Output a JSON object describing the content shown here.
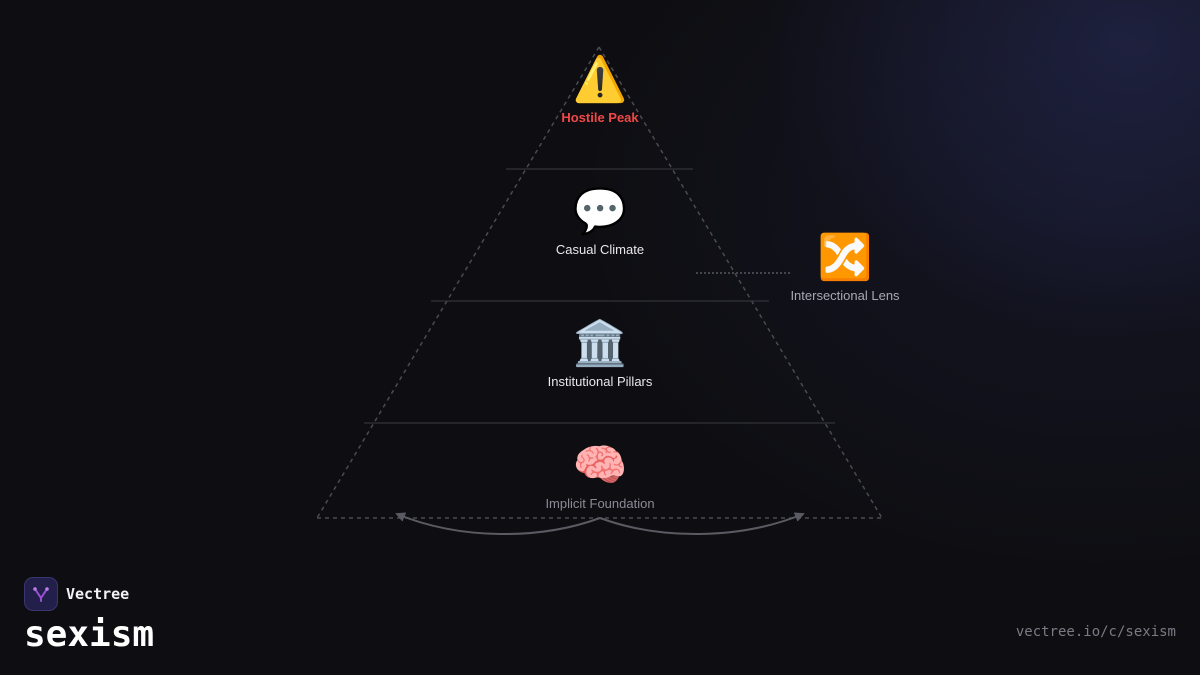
{
  "diagram": {
    "tiers": [
      {
        "emoji": "⚠️",
        "icon": "warning-icon",
        "label": "Hostile Peak",
        "color": "#f04848"
      },
      {
        "emoji": "💬",
        "icon": "speech-bubble-icon",
        "label": "Casual Climate",
        "color": "#e8e8ec"
      },
      {
        "emoji": "🏛️",
        "icon": "classical-building-icon",
        "label": "Institutional Pillars",
        "color": "#e8e8ec"
      },
      {
        "emoji": "🧠",
        "icon": "brain-icon",
        "label": "Implicit Foundation",
        "color": "#8a8a94"
      }
    ],
    "side_node": {
      "emoji": "🔀",
      "icon": "shuffle-icon",
      "label": "Intersectional Lens"
    }
  },
  "brand": {
    "name": "Vectree",
    "topic": "sexism",
    "url": "vectree.io/c/sexism",
    "accent": "#9b4fd6"
  }
}
